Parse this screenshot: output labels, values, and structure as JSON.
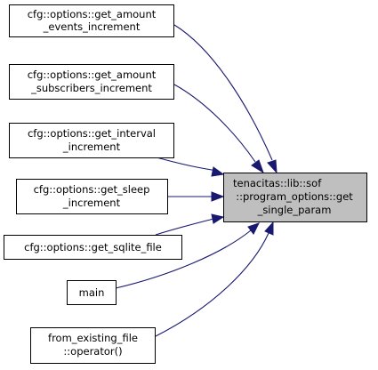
{
  "target": {
    "lines": [
      "tenacitas::lib::sof",
      "::program_options::get",
      "_single_param"
    ]
  },
  "callers": [
    {
      "id": "get-amount-events-increment",
      "lines": [
        "cfg::options::get_amount",
        "_events_increment"
      ]
    },
    {
      "id": "get-amount-subscribers-increment",
      "lines": [
        "cfg::options::get_amount",
        "_subscribers_increment"
      ]
    },
    {
      "id": "get-interval-increment",
      "lines": [
        "cfg::options::get_interval",
        "_increment"
      ]
    },
    {
      "id": "get-sleep-increment",
      "lines": [
        "cfg::options::get_sleep",
        "_increment"
      ]
    },
    {
      "id": "get-sqlite-file",
      "lines": [
        "cfg::options::get_sqlite_file"
      ]
    },
    {
      "id": "main",
      "lines": [
        "main"
      ]
    },
    {
      "id": "from-existing-file-operator",
      "lines": [
        "from_existing_file",
        "::operator()"
      ]
    }
  ],
  "colors": {
    "edge": "#191970",
    "target_fill": "#bfbfbf",
    "node_border": "#000000",
    "node_fill": "#ffffff"
  }
}
